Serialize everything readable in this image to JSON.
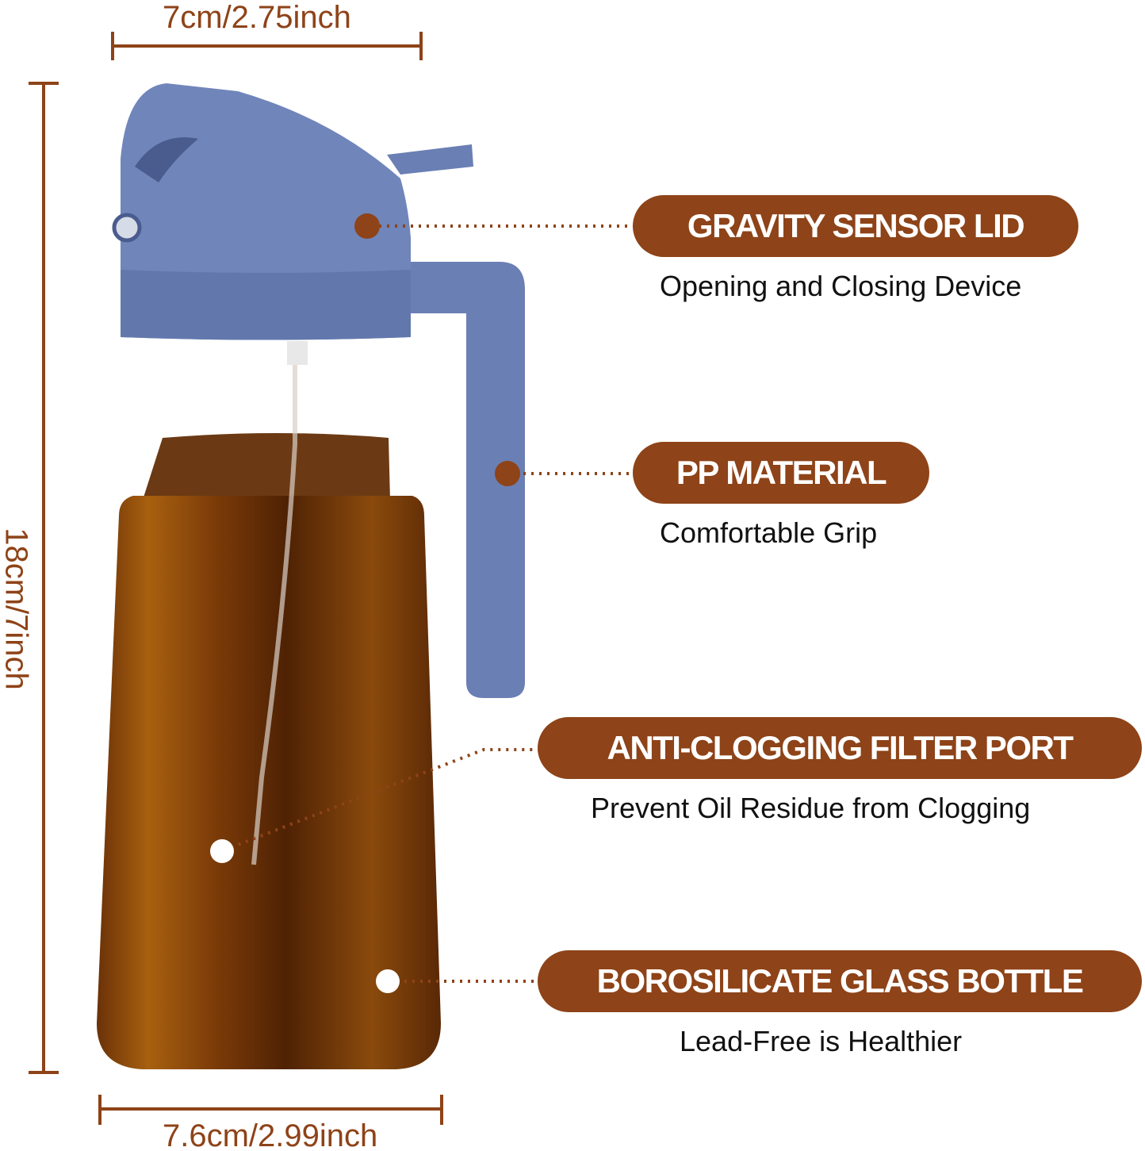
{
  "dimensions": {
    "top_width": "7cm/2.75inch",
    "height": "18cm/7inch",
    "bottom_width": "7.6cm/2.99inch"
  },
  "features": [
    {
      "title": "GRAVITY SENSOR LID",
      "subtitle": "Opening and Closing Device"
    },
    {
      "title": "PP MATERIAL",
      "subtitle": "Comfortable Grip"
    },
    {
      "title": "ANTI-CLOGGING FILTER PORT",
      "subtitle": "Prevent Oil Residue from Clogging"
    },
    {
      "title": "BOROSILICATE GLASS BOTTLE",
      "subtitle": "Lead-Free is Healthier"
    }
  ],
  "colors": {
    "accent": "#8e4318",
    "lid": "#6a7fb3",
    "glass": "#7a3d0c"
  }
}
